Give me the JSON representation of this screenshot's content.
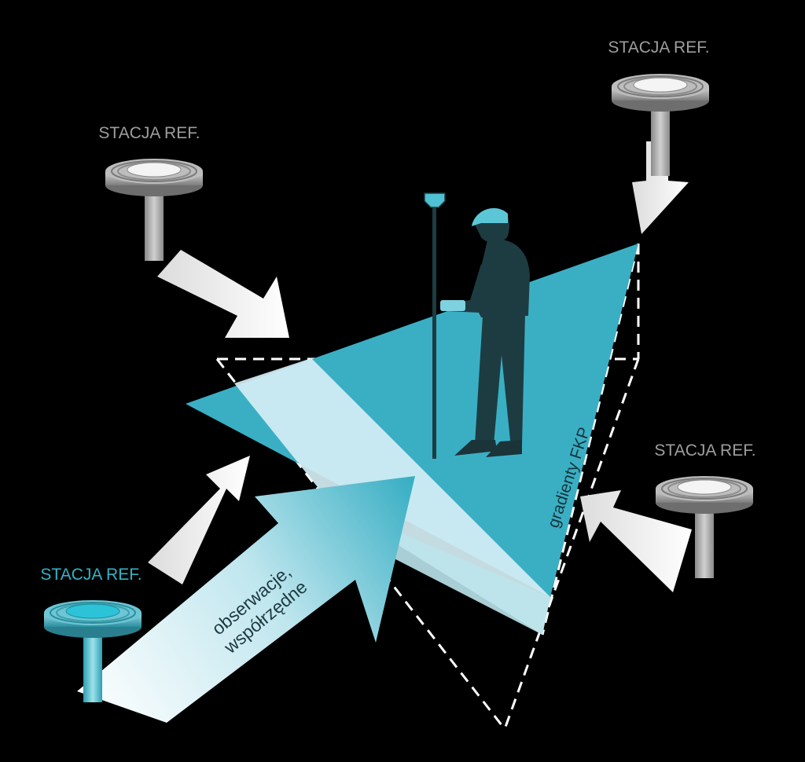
{
  "colors": {
    "background": "#000000",
    "plane": "#3AAFC4",
    "beam": "#D5EEF4",
    "station_gray": "#A9A9A9",
    "station_cyan": "#2CC3D8",
    "label_gray": "#9E9E9E",
    "label_cyan": "#33B3C7",
    "dashed_outline": "#FFFFFF",
    "surveyor": "#1D3C42"
  },
  "stations": [
    {
      "id": "top-right",
      "label": "STACJA REF.",
      "style": "gray"
    },
    {
      "id": "left",
      "label": "STACJA REF.",
      "style": "gray"
    },
    {
      "id": "right",
      "label": "STACJA REF.",
      "style": "gray"
    },
    {
      "id": "bottom-left",
      "label": "STACJA REF.",
      "style": "cyan"
    }
  ],
  "beam_label": {
    "line1": "obserwacje,",
    "line2": "współrzędne"
  },
  "gradient_label": "gradienty FKP",
  "icons": [
    "reference-station-icon",
    "gnss-receiver-icon",
    "surveyor-icon",
    "arrow-icon"
  ]
}
